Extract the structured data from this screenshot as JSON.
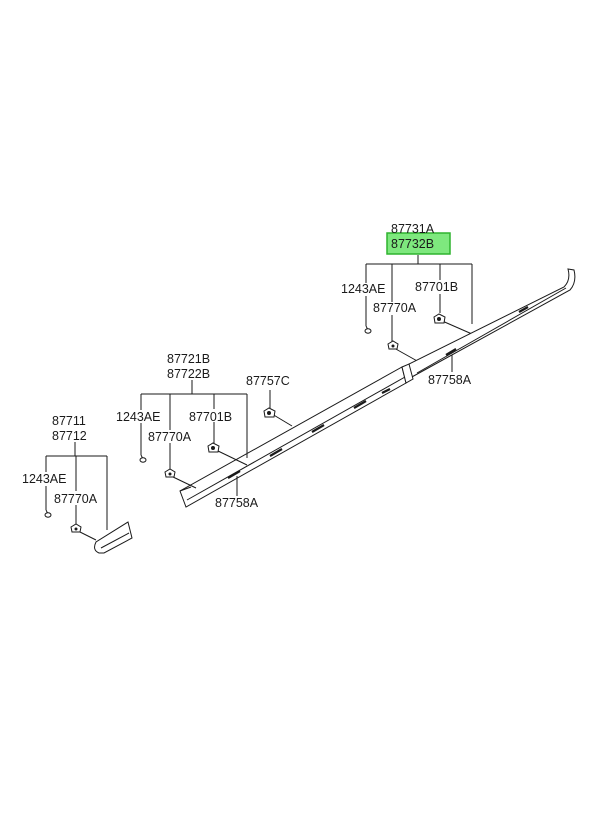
{
  "labels": {
    "group_a_top": "87731A",
    "group_a_bottom": "87732B",
    "group_a_bolt": "1243AE",
    "group_a_clip": "87770A",
    "group_a_retainer": "87701B",
    "group_a_tape": "87758A",
    "group_b_top": "87721B",
    "group_b_bottom": "87722B",
    "group_b_bolt": "1243AE",
    "group_b_clip": "87770A",
    "group_b_retainer": "87701B",
    "group_b_tape": "87758A",
    "mid_clip": "87757C",
    "group_c_top": "87711",
    "group_c_bottom": "87712",
    "group_c_bolt": "1243AE",
    "group_c_clip": "87770A"
  },
  "highlight": {
    "part_number": "87732B",
    "color": "#7ee87e"
  }
}
